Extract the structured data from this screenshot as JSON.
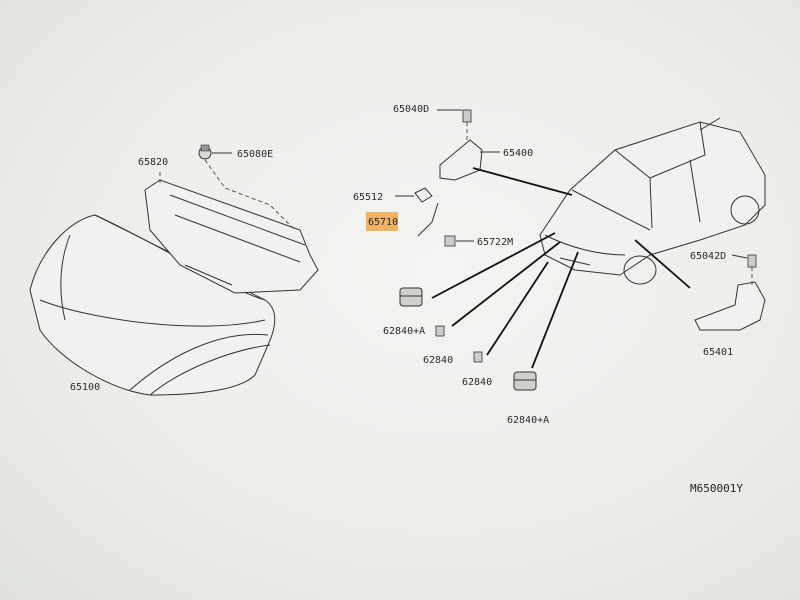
{
  "labels": {
    "p65820": "65820",
    "p65080e": "65080E",
    "p65100": "65100",
    "p65040d": "65040D",
    "p65400": "65400",
    "p65512": "65512",
    "p65710": "65710",
    "p65722m": "65722M",
    "p62840a_1": "62840+A",
    "p62840_1": "62840",
    "p62840_2": "62840",
    "p62840a_2": "62840+A",
    "p65042d": "65042D",
    "p65401": "65401"
  },
  "diagram_code": "M650001Y",
  "colors": {
    "highlight": "#f0a64a",
    "line": "#333333",
    "background": "#eceeea"
  }
}
